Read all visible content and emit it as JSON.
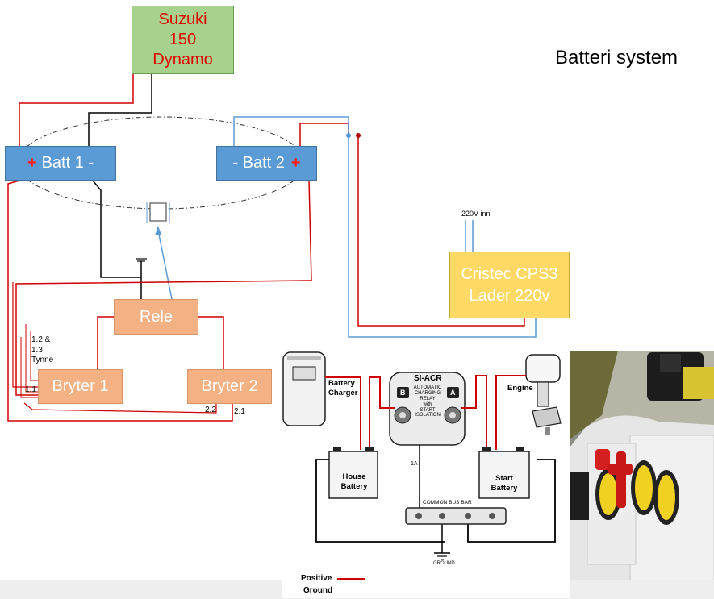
{
  "page_title": "Batteri system",
  "alternator": {
    "line1": "Suzuki",
    "line2": "150",
    "line3": "Dynamo"
  },
  "batt1": {
    "plus": "+",
    "label": "Batt 1 -"
  },
  "batt2": {
    "label": "- Batt 2",
    "plus": "+"
  },
  "rele": {
    "label": "Rele"
  },
  "bryter1": {
    "label": "Bryter 1"
  },
  "bryter2": {
    "label": "Bryter 2"
  },
  "charger": {
    "line1": "Cristec CPS3",
    "line2": "Lader 220v",
    "input_label": "220V inn"
  },
  "wire_labels": {
    "w12": "1.2 &\n1.3\nTynne",
    "w11": "1.1",
    "w22": "2.2",
    "w21": "2.1"
  },
  "schematic": {
    "battery_charger": "Battery\nCharger",
    "engine": "Engine",
    "relay_title": "SI-ACR",
    "relay_text": "AUTOMATIC\nCHARGING\nRELAY\nwith\nSTART\nISOLATION",
    "relay_b": "B",
    "relay_a": "A",
    "house_battery": "House\nBattery",
    "start_battery": "Start\nBattery",
    "bus_bar": "COMMON BUS BAR",
    "ground": "GROUND",
    "positive": "Positive",
    "ground_legend": "Ground",
    "fuse_label": "1A"
  },
  "colors": {
    "positive_wire": "#d00000",
    "ground_wire": "#000000",
    "link_wire": "#5b9bd5",
    "battery_box": "#5b9bd5",
    "switch_box": "#f4b183",
    "alternator_box": "#a9d18e",
    "charger_box": "#ffd966"
  }
}
